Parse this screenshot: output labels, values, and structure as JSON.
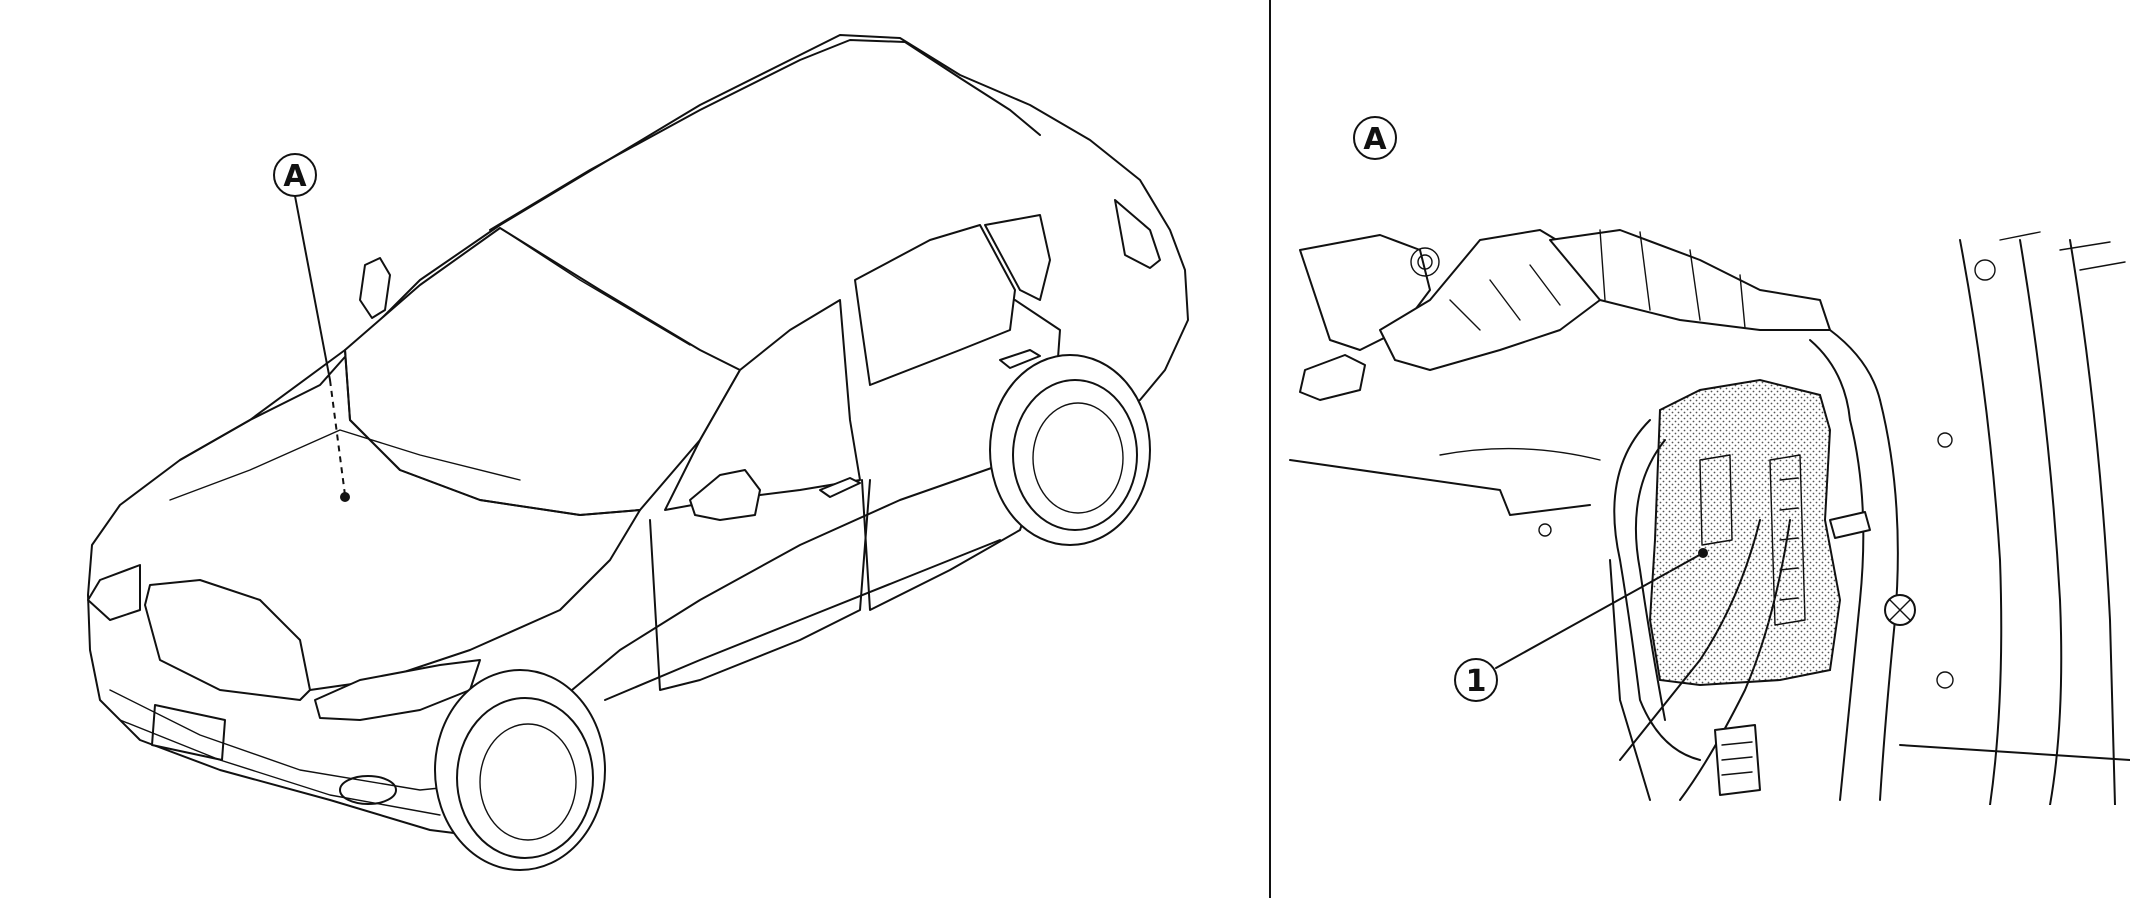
{
  "left_panel": {
    "callout_a": "A"
  },
  "right_panel": {
    "view_label": "A",
    "callout_1": "1"
  },
  "colors": {
    "line": "#111111",
    "background": "#ffffff",
    "stipple": "#777777"
  }
}
